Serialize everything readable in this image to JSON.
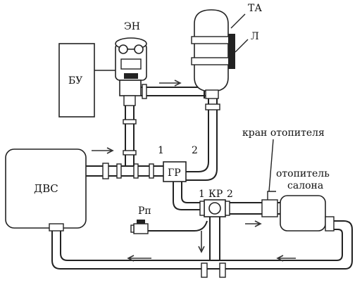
{
  "labels": {
    "ta": "ТА",
    "l": "Л",
    "en": "ЭН",
    "bu": "БУ",
    "dvs": "ДВС",
    "gr": "ГР",
    "kr": "КР",
    "rp": "Рп",
    "port1_gr": "1",
    "port2_gr": "2",
    "port1_kr": "1",
    "port2_kr": "2",
    "heater_valve": "кран отопителя",
    "cabin_heater_line1": "отопитель",
    "cabin_heater_line2": "салона"
  }
}
